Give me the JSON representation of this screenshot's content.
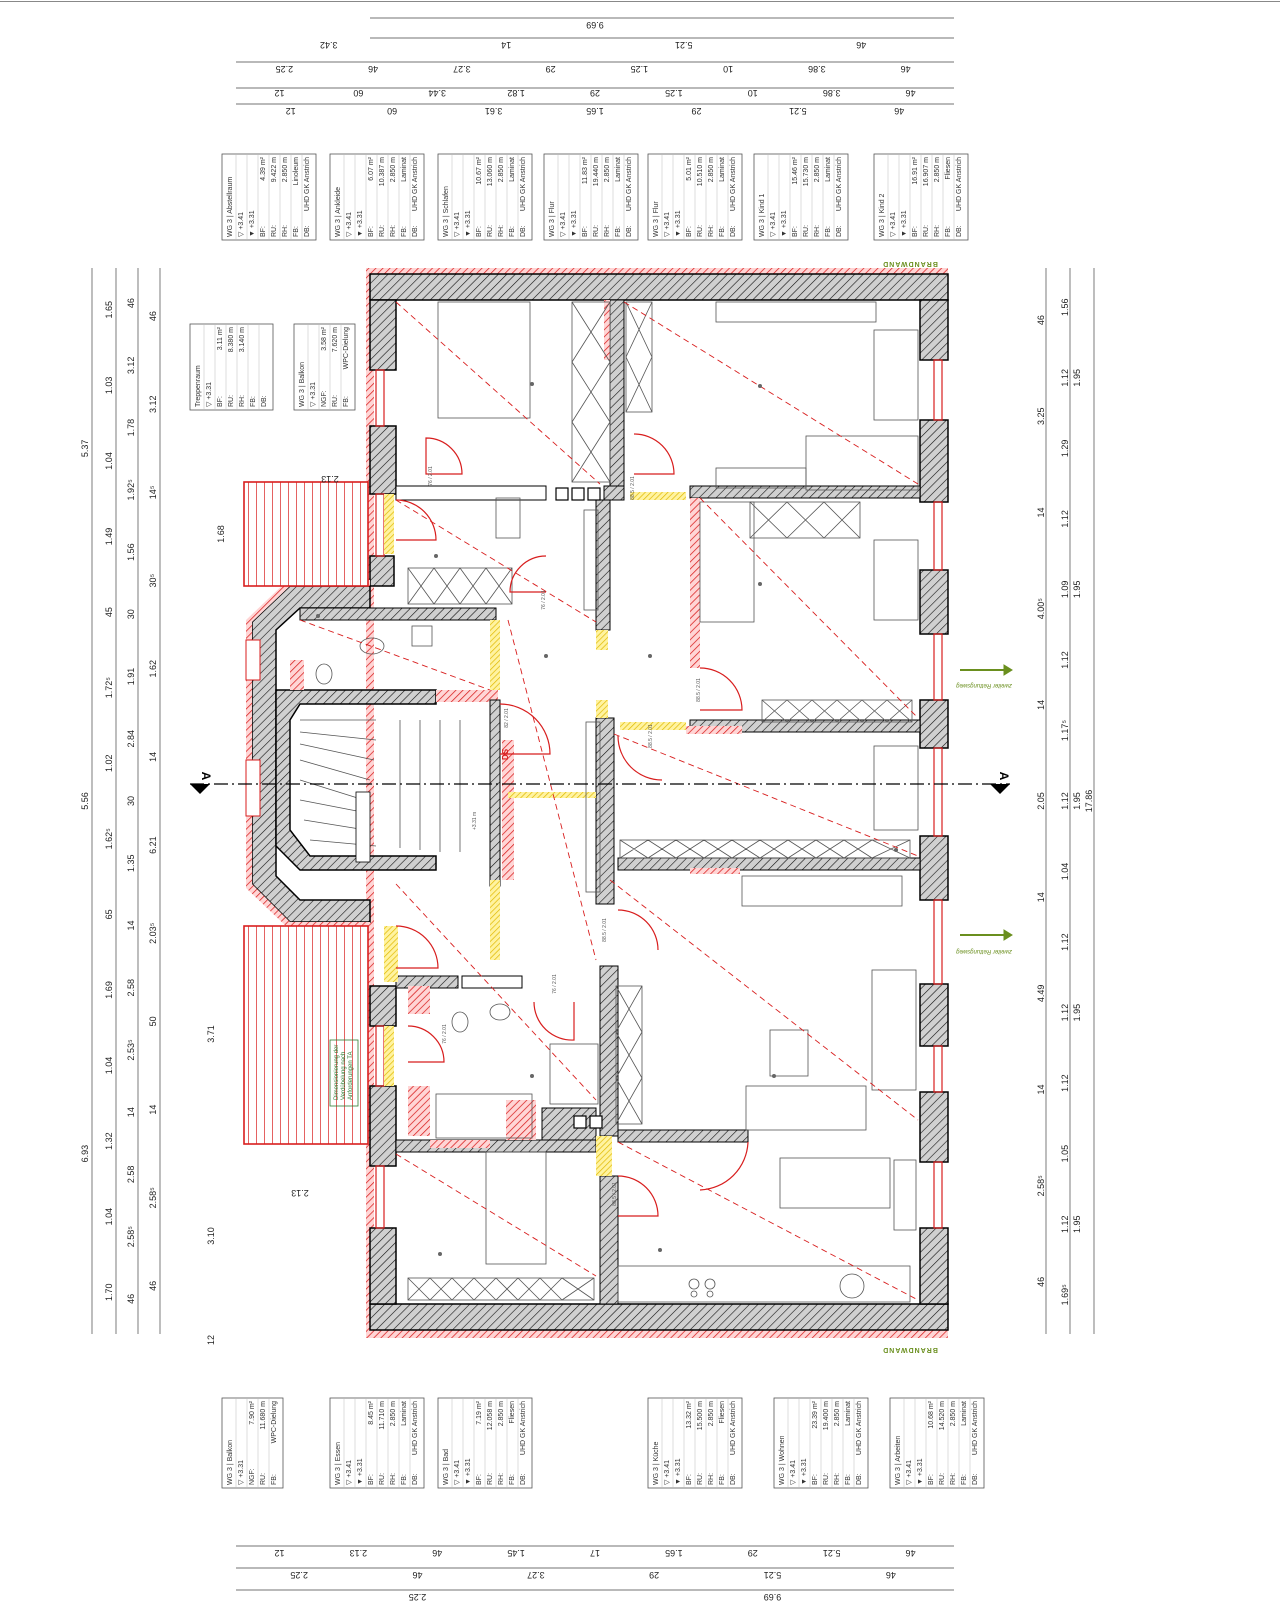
{
  "rooms_top": [
    {
      "id": "3.07",
      "name": "WG 3 | Abstellraum",
      "pairs": [
        [
          "▽ +3.41",
          ""
        ],
        [
          "▼ +3.31",
          ""
        ],
        [
          "BF:",
          "4.39 m²"
        ],
        [
          "RU:",
          "9.422 m"
        ],
        [
          "RH:",
          "2.850 m"
        ],
        [
          "FB:",
          "Linoleum"
        ],
        [
          "DB:",
          "UHD GK Anstrich"
        ]
      ]
    },
    {
      "id": "3.08",
      "name": "WG 3 | Ankleide",
      "pairs": [
        [
          "▽ +3.41",
          ""
        ],
        [
          "▼ +3.31",
          ""
        ],
        [
          "BF:",
          "6.07 m²"
        ],
        [
          "RU:",
          "10.387 m"
        ],
        [
          "RH:",
          "2.850 m"
        ],
        [
          "FB:",
          "Laminat"
        ],
        [
          "DB:",
          "UHD GK Anstrich"
        ]
      ]
    },
    {
      "id": "3.09",
      "name": "WG 3 | Schlafen",
      "pairs": [
        [
          "▽ +3.41",
          ""
        ],
        [
          "▼ +3.31",
          ""
        ],
        [
          "BF:",
          "10.67 m²"
        ],
        [
          "RU:",
          "13.060 m"
        ],
        [
          "RH:",
          "2.850 m"
        ],
        [
          "FB:",
          "Laminat"
        ],
        [
          "DB:",
          "UHD GK Anstrich"
        ]
      ]
    },
    {
      "id": "3.10",
      "name": "WG 3 | Flur",
      "pairs": [
        [
          "▽ +3.41",
          ""
        ],
        [
          "▼ +3.31",
          ""
        ],
        [
          "BF:",
          "11.83 m²"
        ],
        [
          "RU:",
          "19.440 m"
        ],
        [
          "RH:",
          "2.850 m"
        ],
        [
          "FB:",
          "Laminat"
        ],
        [
          "DB:",
          "UHD GK Anstrich"
        ]
      ]
    },
    {
      "id": "3.11",
      "name": "WG 3 | Flur",
      "pairs": [
        [
          "▽ +3.41",
          ""
        ],
        [
          "▼ +3.31",
          ""
        ],
        [
          "BF:",
          "5.01 m²"
        ],
        [
          "RU:",
          "10.510 m"
        ],
        [
          "RH:",
          "2.850 m"
        ],
        [
          "FB:",
          "Laminat"
        ],
        [
          "DB:",
          "UHD GK Anstrich"
        ]
      ]
    },
    {
      "id": "3.12",
      "name": "WG 3 | Kind 1",
      "pairs": [
        [
          "▽ +3.41",
          ""
        ],
        [
          "▼ +3.31",
          ""
        ],
        [
          "BF:",
          "15.46 m²"
        ],
        [
          "RU:",
          "15.730 m"
        ],
        [
          "RH:",
          "2.850 m"
        ],
        [
          "FB:",
          "Laminat"
        ],
        [
          "DB:",
          "UHD GK Anstrich"
        ]
      ]
    },
    {
      "id": "3.13",
      "name": "WG 3 | Kind 2",
      "pairs": [
        [
          "▽ +3.41",
          ""
        ],
        [
          "▼ +3.31",
          ""
        ],
        [
          "BF:",
          "16.91 m²"
        ],
        [
          "RU:",
          "16.907 m"
        ],
        [
          "RH:",
          "2.850 m"
        ],
        [
          "FB:",
          "Fliesen"
        ],
        [
          "DB:",
          "UHD GK Anstrich"
        ]
      ]
    }
  ],
  "rooms_mid": [
    {
      "id": "OG 1.01",
      "name": "Treppenraum",
      "pairs": [
        [
          "▽ +3.31",
          ""
        ],
        [
          "BF:",
          "3.11 m²"
        ],
        [
          "RU:",
          "8.380 m"
        ],
        [
          "RH:",
          "3.140 m"
        ],
        [
          "FB:",
          ""
        ],
        [
          "DB:",
          ""
        ]
      ]
    },
    {
      "id": "3.15",
      "name": "WG 3 | Balkon",
      "pairs": [
        [
          "▽ +3.31",
          ""
        ],
        [
          "NGF:",
          "3.58 m²"
        ],
        [
          "RU:",
          "7.620 m"
        ],
        [
          "FB:",
          "WPC-Dielung"
        ]
      ]
    }
  ],
  "rooms_bottom": [
    {
      "id": "3.14",
      "name": "WG 3 | Balkon",
      "pairs": [
        [
          "▽ +3.31",
          ""
        ],
        [
          "NGF:",
          "7.90 m²"
        ],
        [
          "RU:",
          "11.680 m"
        ],
        [
          "FB:",
          "WPC-Dielung"
        ]
      ]
    },
    {
      "id": "3.02",
      "name": "WG 3 | Essen",
      "pairs": [
        [
          "▽ +3.41",
          ""
        ],
        [
          "▼ +3.31",
          ""
        ],
        [
          "BF:",
          "8.45 m²"
        ],
        [
          "RU:",
          "11.710 m"
        ],
        [
          "RH:",
          "2.850 m"
        ],
        [
          "FB:",
          "Laminat"
        ],
        [
          "DB:",
          "UHD GK Anstrich"
        ]
      ]
    },
    {
      "id": "3.03",
      "name": "WG 3 | Bad",
      "pairs": [
        [
          "▽ +3.41",
          ""
        ],
        [
          "▼ +3.31",
          ""
        ],
        [
          "BF:",
          "7.19 m²"
        ],
        [
          "RU:",
          "12.058 m"
        ],
        [
          "RH:",
          "2.850 m"
        ],
        [
          "FB:",
          "Fliesen"
        ],
        [
          "DB:",
          "UHD GK Anstrich"
        ]
      ]
    },
    {
      "id": "3.04",
      "name": "WG 3 | Küche",
      "pairs": [
        [
          "▽ +3.41",
          ""
        ],
        [
          "▼ +3.31",
          ""
        ],
        [
          "BF:",
          "13.32 m²"
        ],
        [
          "RU:",
          "15.500 m"
        ],
        [
          "RH:",
          "2.850 m"
        ],
        [
          "FB:",
          "Fliesen"
        ],
        [
          "DB:",
          "UHD GK Anstrich"
        ]
      ]
    },
    {
      "id": "3.05",
      "name": "WG 3 | Wohnen",
      "pairs": [
        [
          "▽ +3.41",
          ""
        ],
        [
          "▼ +3.31",
          ""
        ],
        [
          "BF:",
          "23.39 m²"
        ],
        [
          "RU:",
          "19.400 m"
        ],
        [
          "RH:",
          "2.850 m"
        ],
        [
          "FB:",
          "Laminat"
        ],
        [
          "DB:",
          "UHD GK Anstrich"
        ]
      ]
    },
    {
      "id": "3.06",
      "name": "WG 3 | Arbeiten",
      "pairs": [
        [
          "▽ +3.41",
          ""
        ],
        [
          "▼ +3.31",
          ""
        ],
        [
          "BF:",
          "10.68 m²"
        ],
        [
          "RU:",
          "14.520 m"
        ],
        [
          "RH:",
          "2.850 m"
        ],
        [
          "FB:",
          "Laminat"
        ],
        [
          "DB:",
          "UHD GK Anstrich"
        ]
      ]
    }
  ],
  "dims_top_rows": [
    [
      "9.69"
    ],
    [
      "3.42",
      "14",
      "5.21",
      "46"
    ],
    [
      "2.25",
      "46",
      "3.27",
      "29",
      "1.25",
      "10",
      "3.86",
      "46"
    ],
    [
      "12",
      "60",
      "3.44",
      "1.82",
      "29",
      "1.25",
      "10",
      "3.86",
      "46"
    ],
    [
      "12",
      "60",
      "3.61",
      "1.65",
      "29",
      "5.21",
      "46"
    ]
  ],
  "dims_bottom_rows": [
    [
      "12",
      "2.13",
      "46",
      "1.45",
      "17",
      "1.65",
      "29",
      "5.21",
      "46"
    ],
    [
      "2.25",
      "46",
      "3.27",
      "29",
      "5.21",
      "46"
    ],
    [
      "2.25",
      "9.69"
    ]
  ],
  "dims_left_rows": [
    [
      "5.37",
      "5.56",
      "6.93"
    ],
    [
      "1.65",
      "1.03",
      "1.04",
      "1.49",
      "45",
      "1.72⁵",
      "1.02",
      "1.62⁵",
      "65",
      "1.69",
      "1.04",
      "1.32",
      "1.04",
      "1.70"
    ],
    [
      "46",
      "3.12",
      "1.78",
      "1.92⁵",
      "1.56",
      "30",
      "1.91",
      "2.84",
      "30",
      "1.35",
      "14",
      "2.58",
      "2.53⁵",
      "14",
      "2.58",
      "2.58⁵",
      "46"
    ],
    [
      "46",
      "3.12",
      "14⁵",
      "30⁵",
      "1.62",
      "14",
      "6.21",
      "2.03⁵",
      "50",
      "14",
      "2.58⁵",
      "46"
    ]
  ],
  "dims_right_rows": [
    [
      "46",
      "3.25",
      "14",
      "4.00⁵",
      "14",
      "2.05",
      "14",
      "4.49",
      "14",
      "2.58⁵",
      "46"
    ],
    [
      "1.56",
      "1.12",
      "1.29",
      "1.12",
      "1.09",
      "1.12",
      "1.17⁵",
      "1.12",
      "1.04",
      "1.12",
      "1.12",
      "1.12",
      "1.05",
      "1.12",
      "1.69⁵"
    ],
    [
      "1.95",
      "1.95",
      "1.95",
      "1.95",
      "1.95"
    ],
    [
      "17.86"
    ]
  ],
  "dims_interior": [
    "2.13",
    "1.68",
    "2.13",
    "3.71",
    "3.10",
    "12"
  ],
  "door_labels": [
    "76 / 2.01",
    "88.5 / 2.01",
    "76 / 2.01",
    "88.5 / 2.01",
    "82 / 2.01",
    "88.5 / 2.01",
    "88.5 / 2.01",
    "76 / 2.01",
    "76 / 2.01",
    "88.5 / 2.01"
  ],
  "labels": {
    "brandwand_top": "BRANDWAND",
    "brandwand_bottom": "BRANDWAND",
    "escape1": "zweiter Rettungsweg",
    "escape2": "zweiter Rettungsweg",
    "section_left": "A",
    "section_right": "A",
    "ds_mark": "DS",
    "stair_level": "+3.31 m",
    "note_line1": "Dimensionierung der",
    "note_line2": "Verdübelung nach",
    "note_line3": "Anforderungen TA"
  },
  "colors": {
    "wall_fill": "#c9c9c9",
    "hatch": "#000000",
    "red_wall": "#d81e1e",
    "yellow_wall": "#f5d000",
    "note_green": "#2e7d32",
    "brandwand_green": "#6a8f1e"
  }
}
